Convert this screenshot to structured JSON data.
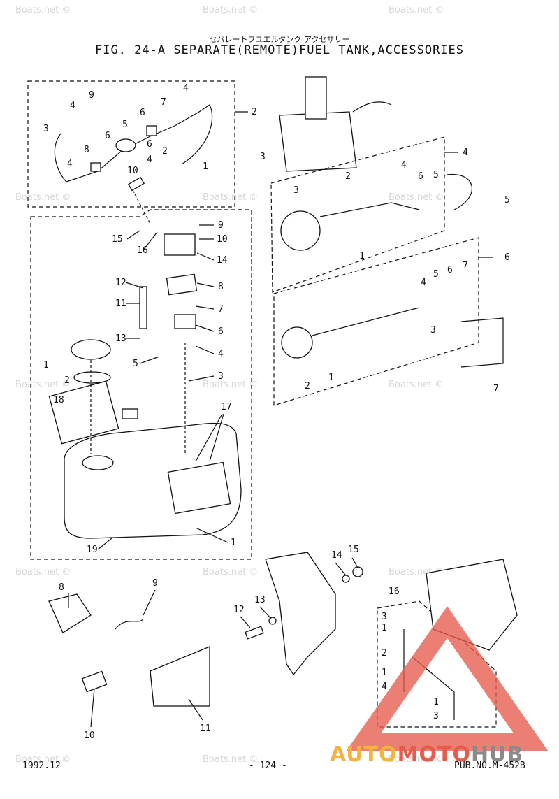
{
  "header": {
    "title_jp": "セパレートフユエルタンク アクセサリー",
    "title_en": "FIG. 24-A SEPARATE(REMOTE)FUEL TANK,ACCESSORIES"
  },
  "footer": {
    "date": "1992.12",
    "page": "- 124 -",
    "pub": "PUB.NO.M-452B"
  },
  "watermark": "Boats.net ©",
  "logo": {
    "part1": "AUTO",
    "part2": "MOTO",
    "part3": "HUB"
  },
  "colors": {
    "logo_yellow": "#f4b43a",
    "logo_red": "#e65b4b",
    "logo_gray": "#8a8a8a",
    "line": "#111111"
  },
  "callouts": {
    "hose_group": [
      "9",
      "4",
      "7",
      "4",
      "6",
      "6",
      "5",
      "3",
      "8",
      "6",
      "4",
      "2",
      "4",
      "10",
      "1",
      "2"
    ],
    "tank_group": [
      "15",
      "16",
      "9",
      "10",
      "14",
      "12",
      "8",
      "11",
      "7",
      "6",
      "13",
      "4",
      "5",
      "3",
      "1",
      "2",
      "18",
      "17",
      "19",
      "1"
    ],
    "remote_group": [
      "3",
      "4",
      "2",
      "4",
      "6",
      "5",
      "3",
      "5",
      "1",
      "6",
      "4",
      "5",
      "6",
      "7",
      "3",
      "2",
      "1",
      "7"
    ],
    "bracket_group": [
      "14",
      "15",
      "13",
      "12",
      "16",
      "3",
      "1",
      "2",
      "1",
      "4",
      "1",
      "3",
      "8",
      "9",
      "10",
      "11"
    ]
  }
}
